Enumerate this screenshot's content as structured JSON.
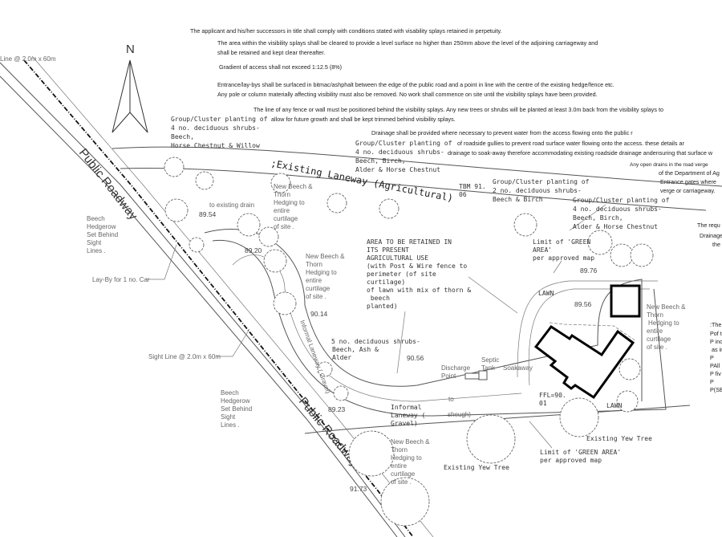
{
  "notes": {
    "l1": "The applicant and his/her successors in title shall comply with conditions stated with visability splays retained in perpetuity.",
    "l2": "The area within the visibility splays shall be cleared to provide a level surface no higher than 250mm above the level of the adjoining carriageway and",
    "l3": "shall be retained and kept clear thereafter.",
    "l4": "Gradient of access shall not exceed 1:12.5 (8%)",
    "l5": "Entrance/lay-bys shall be surfaced in bitmac/ashphalt between the edge of the public road and a point in line with the centre of the existing hedge/fence etc.",
    "l6": "Any pole or column materially affecting visibility must also be removed.  No work shall commence on site until the visibility splays have been provided.",
    "l7": "The line of any fence or wall must be positioned behind the visibility splays.  Any new trees or shrubs will be planted at least 3.0m back from the visibility splays to",
    "l8": "allow for future growth and shall be kept trimmed behind visibility splays.",
    "l9": "Drainage shall be provided where necessary to prevent water from the access flowing onto the public r",
    "l10": "of roadside gullies to prevent road surface water flowing onto the access.  these details ar",
    "l11": "drainage to soak-away therefore accommodating existing roadside drainage andensuring that surface w",
    "r1": "Any open drains in the road verge",
    "r2": "of the Department of Ag",
    "r3": "Entrance gates where",
    "r4": "verge or carriageway.",
    "r5": "The requ",
    "r6": "Drainage",
    "r7": "the",
    "p": [
      ":The",
      "Pof t",
      "P inc",
      "as in",
      "P",
      "PAll",
      "P fiv",
      "P",
      "P(SE"
    ]
  },
  "north": "N",
  "roads": {
    "upper": "Public Roadway",
    "lower": "Public Roadway",
    "laneway": ";Existing Laneway (Agricultural)",
    "sight_top": "Line @ 2.0m x 60m",
    "sight": "Sight Line @ 2.0m x 60m",
    "layby": "Lay-By for 1 no. Car"
  },
  "groups": {
    "g1": [
      "Group/Cluster planting of",
      "4 no. deciduous shrubs-",
      "Beech,",
      "Horse Chestnut & Willow"
    ],
    "g2": [
      "Group/Cluster planting of",
      "4 no. deciduous shrubs-",
      "Beech, Birch,",
      "Alder & Horse Chestnut"
    ],
    "g3": [
      "Group/Cluster planting of",
      "2 no. deciduous shrubs-",
      "Beech & Birch"
    ],
    "g4": [
      "Group/Cluster planting of",
      "4 no. deciduous shrubs-",
      "Beech, Birch,",
      "Alder & Horse Chestnut"
    ],
    "g5": [
      "5 no. deciduous shrubs-",
      "Beech, Ash &",
      "Alder"
    ]
  },
  "hedge": [
    "New Beech &",
    "Thorn",
    "Hedging to",
    "entire",
    "curtilage",
    "of site ."
  ],
  "hedgerow": [
    "Beech",
    "Hedgerow",
    "Set Behind",
    "Sight",
    "Lines ."
  ],
  "area": [
    "AREA TO BE RETAINED IN",
    "ITS PRESENT",
    "AGRICULTURAL USE",
    "(with Post & Wire fence to",
    "perimeter  (of site",
    "curtilage)",
    "of lawn with mix of thorn &",
    " beech",
    "planted)"
  ],
  "green": [
    "Limit of 'GREEN",
    "AREA'",
    "per approved map"
  ],
  "green2": [
    "Limit of 'GREEN AREA'",
    "per approved map"
  ],
  "informal": [
    "Informal",
    "Laneway (",
    "Gravel)"
  ],
  "informal_rot": "Informal Laneway ( Gravel)",
  "labels": {
    "drain": "to existing drain",
    "tbm": [
      "TBM 91.",
      "06"
    ],
    "discharge": [
      "Discharge",
      "Point"
    ],
    "septic": [
      "Septic",
      "Tank"
    ],
    "soakaway": "Soakaway",
    "lawn1": "LAWN",
    "lawn2": "LAWN",
    "ffl": [
      "FFL=90.",
      "01"
    ],
    "yew1": "Existing Yew Tree",
    "yew2": "Existing Yew Tree",
    "pipe": [
      "to",
      "sheugh)"
    ]
  },
  "levels": {
    "a": "89.54",
    "b": "89.20",
    "c": "90.14",
    "d": "90.56",
    "e": "89.23",
    "f": "91.73",
    "g": "89.76",
    "h": "89.56"
  }
}
